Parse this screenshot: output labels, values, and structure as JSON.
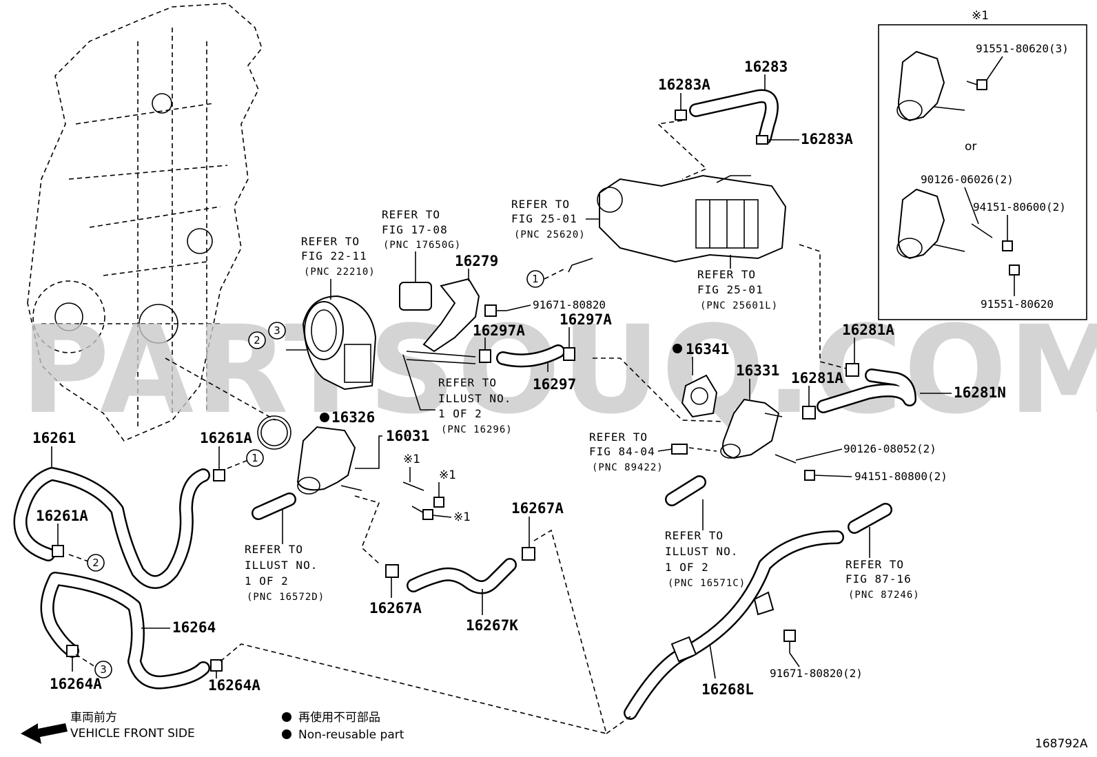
{
  "watermark": "PARTSOUQ.COM",
  "figure_id": "168792A",
  "legend": {
    "non_reusable_jp": "再使用不可部品",
    "non_reusable_en": "Non-reusable part",
    "front_jp": "車両前方",
    "front_en": "VEHICLE FRONT SIDE"
  },
  "inset": {
    "mark": "※1",
    "or_text": "or",
    "parts": [
      "91551-80620(3)",
      "90126-06026(2)",
      "94151-80600(2)",
      "91551-80620"
    ]
  },
  "labels": {
    "p16283": "16283",
    "p16283A_top": "16283A",
    "p16283A_right": "16283A",
    "p16279": "16279",
    "p91671_80820": "91671-80820",
    "p16297A_left": "16297A",
    "p16297A_right": "16297A",
    "p16297": "16297",
    "p16341": "16341",
    "p16331": "16331",
    "p16281A_top": "16281A",
    "p16281A_mid": "16281A",
    "p16281N": "16281N",
    "p16326": "16326",
    "p16031": "16031",
    "p16261": "16261",
    "p16261A_top": "16261A",
    "p16261A_left": "16261A",
    "p16264": "16264",
    "p16264A_left": "16264A",
    "p16264A_right": "16264A",
    "p16267A_top": "16267A",
    "p16267A_bottom": "16267A",
    "p16267K": "16267K",
    "p16268L": "16268L",
    "p90126_08052": "90126-08052(2)",
    "p94151_80800": "94151-80800(2)",
    "p91671_80820_2": "91671-80820(2)",
    "mark_1a": "※1",
    "mark_1b": "※1",
    "mark_1c": "※1"
  },
  "refs": {
    "r22_11": {
      "l1": "REFER TO",
      "l2": "FIG 22-11",
      "l3": "(PNC 22210)"
    },
    "r17_08": {
      "l1": "REFER TO",
      "l2": "FIG 17-08",
      "l3": "(PNC 17650G)"
    },
    "r25_01a": {
      "l1": "REFER TO",
      "l2": "FIG 25-01",
      "l3": "(PNC 25620)"
    },
    "r25_01b": {
      "l1": "REFER TO",
      "l2": "FIG 25-01",
      "l3": "(PNC 25601L)"
    },
    "r16296": {
      "l1": "REFER TO",
      "l2": "ILLUST NO.",
      "l3": "1 OF 2",
      "l4": "(PNC 16296)"
    },
    "r84_04": {
      "l1": "REFER TO",
      "l2": "FIG 84-04",
      "l3": "(PNC 89422)"
    },
    "r16572D": {
      "l1": "REFER TO",
      "l2": "ILLUST NO.",
      "l3": "1 OF 2",
      "l4": "(PNC 16572D)"
    },
    "r16571C": {
      "l1": "REFER TO",
      "l2": "ILLUST NO.",
      "l3": "1 OF 2",
      "l4": "(PNC 16571C)"
    },
    "r87_16": {
      "l1": "REFER TO",
      "l2": "FIG 87-16",
      "l3": "(PNC 87246)"
    }
  },
  "circles": {
    "c1": "1",
    "c2": "2",
    "c3": "3"
  }
}
